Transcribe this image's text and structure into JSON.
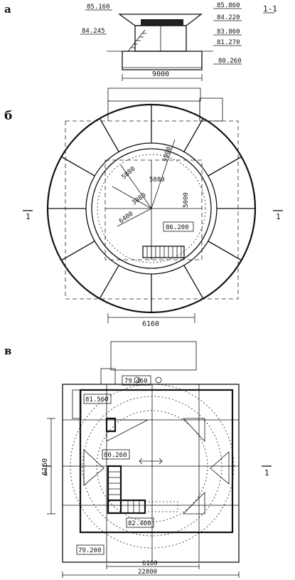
{
  "panels": {
    "a": {
      "letter": "а",
      "section": "1-1",
      "levels": [
        "85.160",
        "84.245",
        "85.860",
        "84.220",
        "83.860",
        "81.270",
        "80.260"
      ],
      "width_dim": "9000"
    },
    "b": {
      "letter": "б",
      "dims": [
        "5880",
        "5880",
        "5000",
        "3080",
        "5900",
        "6400",
        "6160"
      ],
      "level": "86.200",
      "section_left": "1",
      "section_right": "1"
    },
    "c": {
      "letter": "в",
      "levels": [
        "79.460",
        "81.560",
        "80.260",
        "82.460",
        "79.200"
      ],
      "dims": [
        "6160",
        "6160",
        "22800"
      ],
      "section_left": "1",
      "section_right": "1"
    }
  }
}
